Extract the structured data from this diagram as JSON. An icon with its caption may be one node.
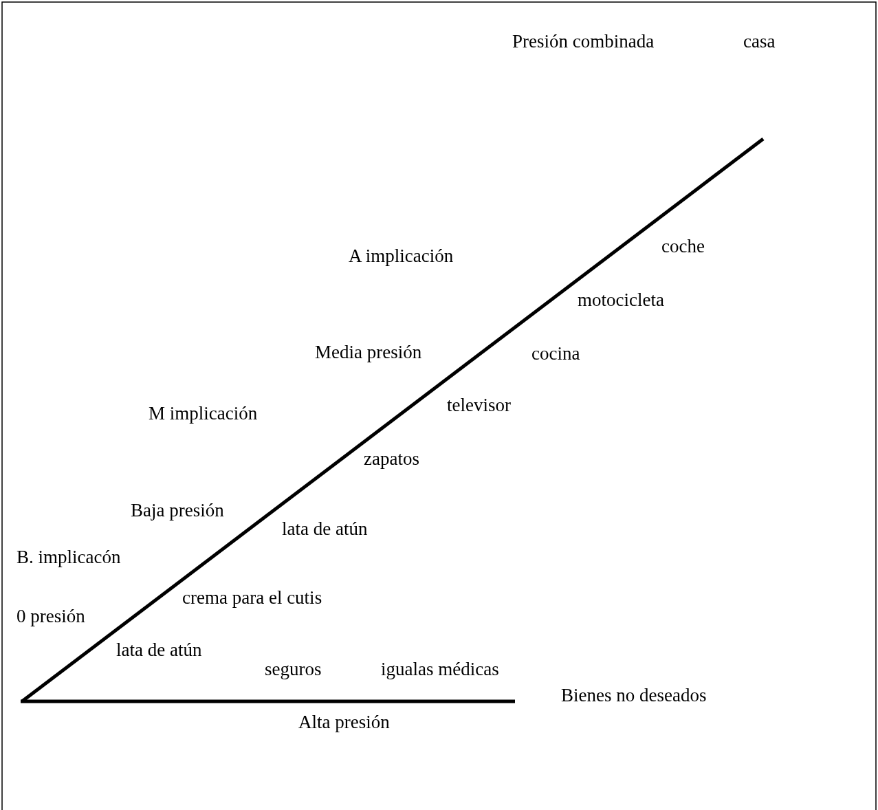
{
  "diagram": {
    "labels": [
      "Presión combinada",
      "casa",
      "A implicación",
      "coche",
      "motocicleta",
      "Media presión",
      "cocina",
      "televisor",
      "M implicación",
      "zapatos",
      "Baja presión",
      "lata de atún",
      "B. implicacón",
      "crema para el cutis",
      "0 presión",
      "lata de atún",
      "seguros",
      "igualas médicas",
      "Bienes no deseados",
      "Alta presión"
    ]
  }
}
